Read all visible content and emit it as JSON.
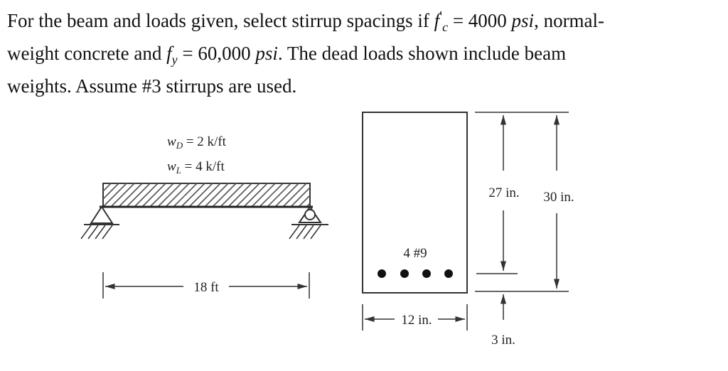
{
  "problem": {
    "line1_a": "For the beam and loads given, select stirrup spacings if ",
    "fc_sym": "f",
    "fc_sub": "c",
    "fc_prime": "′",
    "eq": " = ",
    "fc_value": "4000",
    "unit_psi": "psi",
    "line1_b": ", normal-",
    "line2_a": "weight concrete and ",
    "fy_sym": "f",
    "fy_sub": "y",
    "fy_value": "60,000",
    "line2_b": ". The dead loads shown include beam",
    "line3": "weights. Assume #3 stirrups are used."
  },
  "beam": {
    "wd_sym": "w",
    "wd_sub": "D",
    "wd_rest": " = 2 k/ft",
    "wl_sym": "w",
    "wl_sub": "L",
    "wl_rest": " = 4 k/ft",
    "span": "18 ft"
  },
  "section": {
    "rebar": "4 #9",
    "depth_d": "27 in.",
    "depth_h": "30 in.",
    "width": "12 in.",
    "cover": "3 in."
  }
}
